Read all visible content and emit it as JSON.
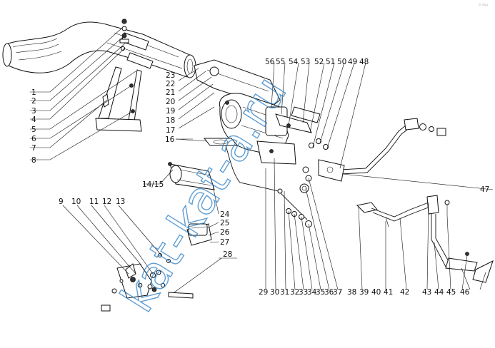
{
  "corner_mark": "ill.dwg",
  "watermark": "kat-kat-a.ru",
  "callouts": [
    "1",
    "2",
    "3",
    "4",
    "5",
    "6",
    "7",
    "8",
    "9",
    "10",
    "11",
    "12",
    "13",
    "14/15",
    "16",
    "17",
    "18",
    "19",
    "20",
    "21",
    "22",
    "23",
    "24",
    "25",
    "26",
    "27",
    "28",
    "29",
    "30",
    "31",
    "32",
    "33",
    "34",
    "35",
    "36",
    "37",
    "38",
    "39",
    "40",
    "41",
    "42",
    "43",
    "44",
    "45",
    "46",
    "47",
    "48",
    "49",
    "50",
    "51",
    "52",
    "53",
    "54",
    "55",
    "56"
  ]
}
